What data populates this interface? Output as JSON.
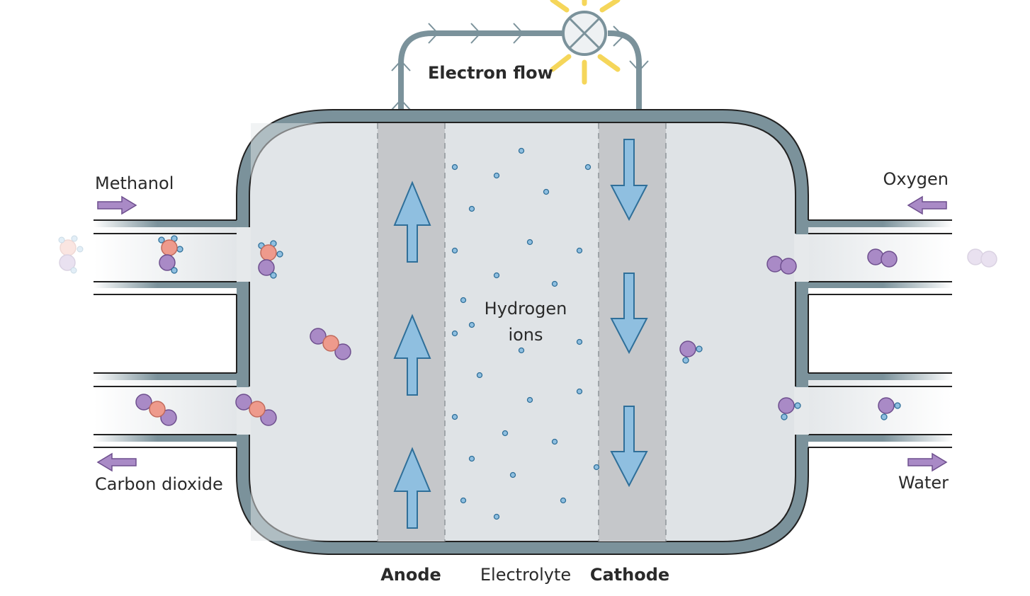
{
  "title": "Direct methanol fuel cell",
  "labels": {
    "electron_flow": "Electron flow",
    "hydrogen_ions": [
      "Hydrogen",
      "ions"
    ],
    "methanol": "Methanol",
    "carbon_dioxide": "Carbon dioxide",
    "oxygen": "Oxygen",
    "water": "Water",
    "anode": "Anode",
    "electrolyte": "Electrolyte",
    "cathode": "Cathode"
  },
  "icons": {
    "bulb": "light-bulb-icon",
    "flow_arrow": "arrow-icon"
  },
  "colors": {
    "housing": "#7b929b",
    "chamber": "#dfe3e6",
    "electrode": "#c5c7ca",
    "arrow_fill": "#8fbfe0",
    "arrow_stroke": "#2f6f99",
    "carbon_atom": "#ee9a8c",
    "oxygen_atom": "#a98ac6",
    "hydrogen_atom": "#8fbfe0",
    "bulb_rays": "#f5d65a",
    "io_arrow": "#a98ac6"
  }
}
